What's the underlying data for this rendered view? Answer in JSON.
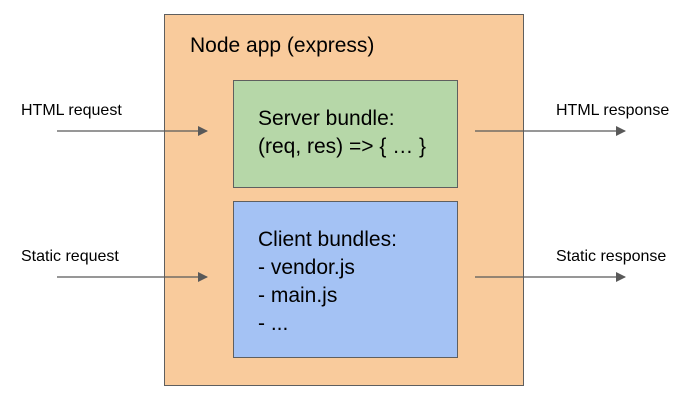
{
  "app": {
    "title": "Node app (express)",
    "background_color": "#f9cb9c"
  },
  "server_bundle": {
    "lines": [
      "Server bundle:",
      "(req, res) => { … }"
    ],
    "background_color": "#b6d7a8"
  },
  "client_bundle": {
    "lines": [
      "Client bundles:",
      "- vendor.js",
      "- main.js",
      "- ..."
    ],
    "background_color": "#a4c2f4"
  },
  "inputs": {
    "html_request": "HTML request",
    "static_request": "Static request"
  },
  "outputs": {
    "html_response": "HTML response",
    "static_response": "Static response"
  },
  "arrow_color": "#595959"
}
